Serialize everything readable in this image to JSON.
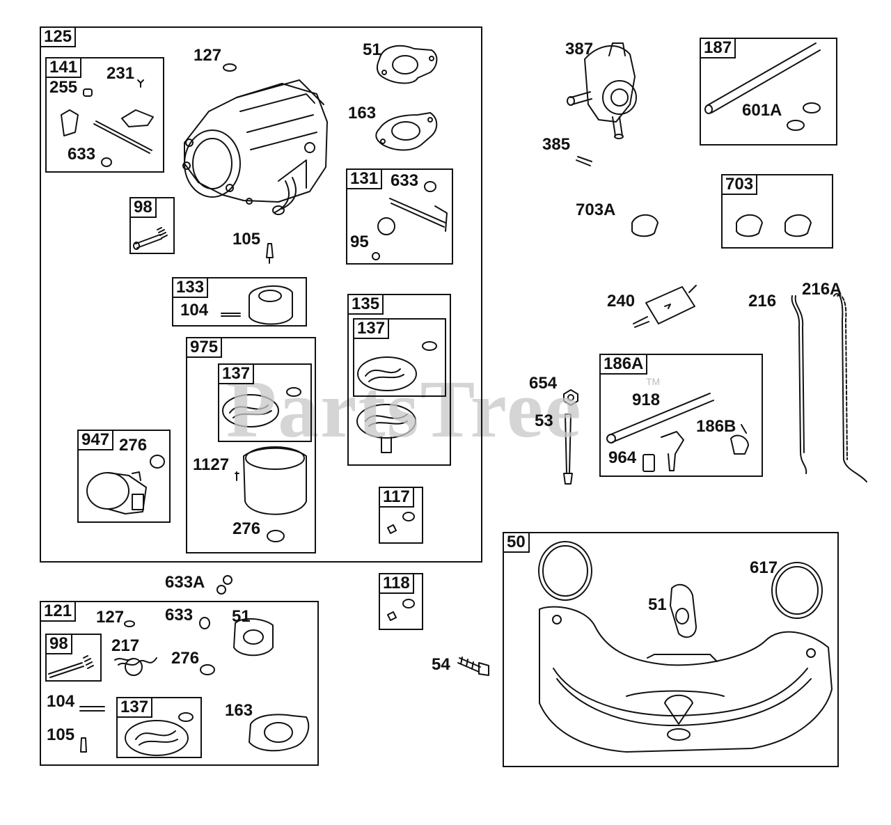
{
  "watermark": {
    "text": "PartsTree",
    "mark": "TM"
  },
  "boxes": {
    "b125": "125",
    "b141": "141",
    "b98a": "98",
    "b131": "131",
    "b133": "133",
    "b135": "135",
    "b137a": "137",
    "b975": "975",
    "b137b": "137",
    "b947": "947",
    "b117": "117",
    "b118": "118",
    "b121": "121",
    "b98b": "98",
    "b137c": "137",
    "b187": "187",
    "b703": "703",
    "b186a": "186A",
    "b50": "50"
  },
  "labels": {
    "l127a": "127",
    "l51a": "51",
    "l231": "231",
    "l255": "255",
    "l163a": "163",
    "l633a": "633",
    "l633b": "633",
    "l95": "95",
    "l105a": "105",
    "l104a": "104",
    "l276a": "276",
    "l1127": "1127",
    "l276b": "276",
    "l633c": "633A",
    "l127b": "127",
    "l633d": "633",
    "l51b": "51",
    "l217": "217",
    "l276c": "276",
    "l104b": "104",
    "l105b": "105",
    "l163b": "163",
    "l387": "387",
    "l385": "385",
    "l601a": "601A",
    "l703a": "703A",
    "l240": "240",
    "l216": "216",
    "l216a": "216A",
    "l654": "654",
    "l53": "53",
    "l918": "918",
    "l186b": "186B",
    "l964": "964",
    "l617": "617",
    "l51c": "51",
    "l54": "54"
  }
}
